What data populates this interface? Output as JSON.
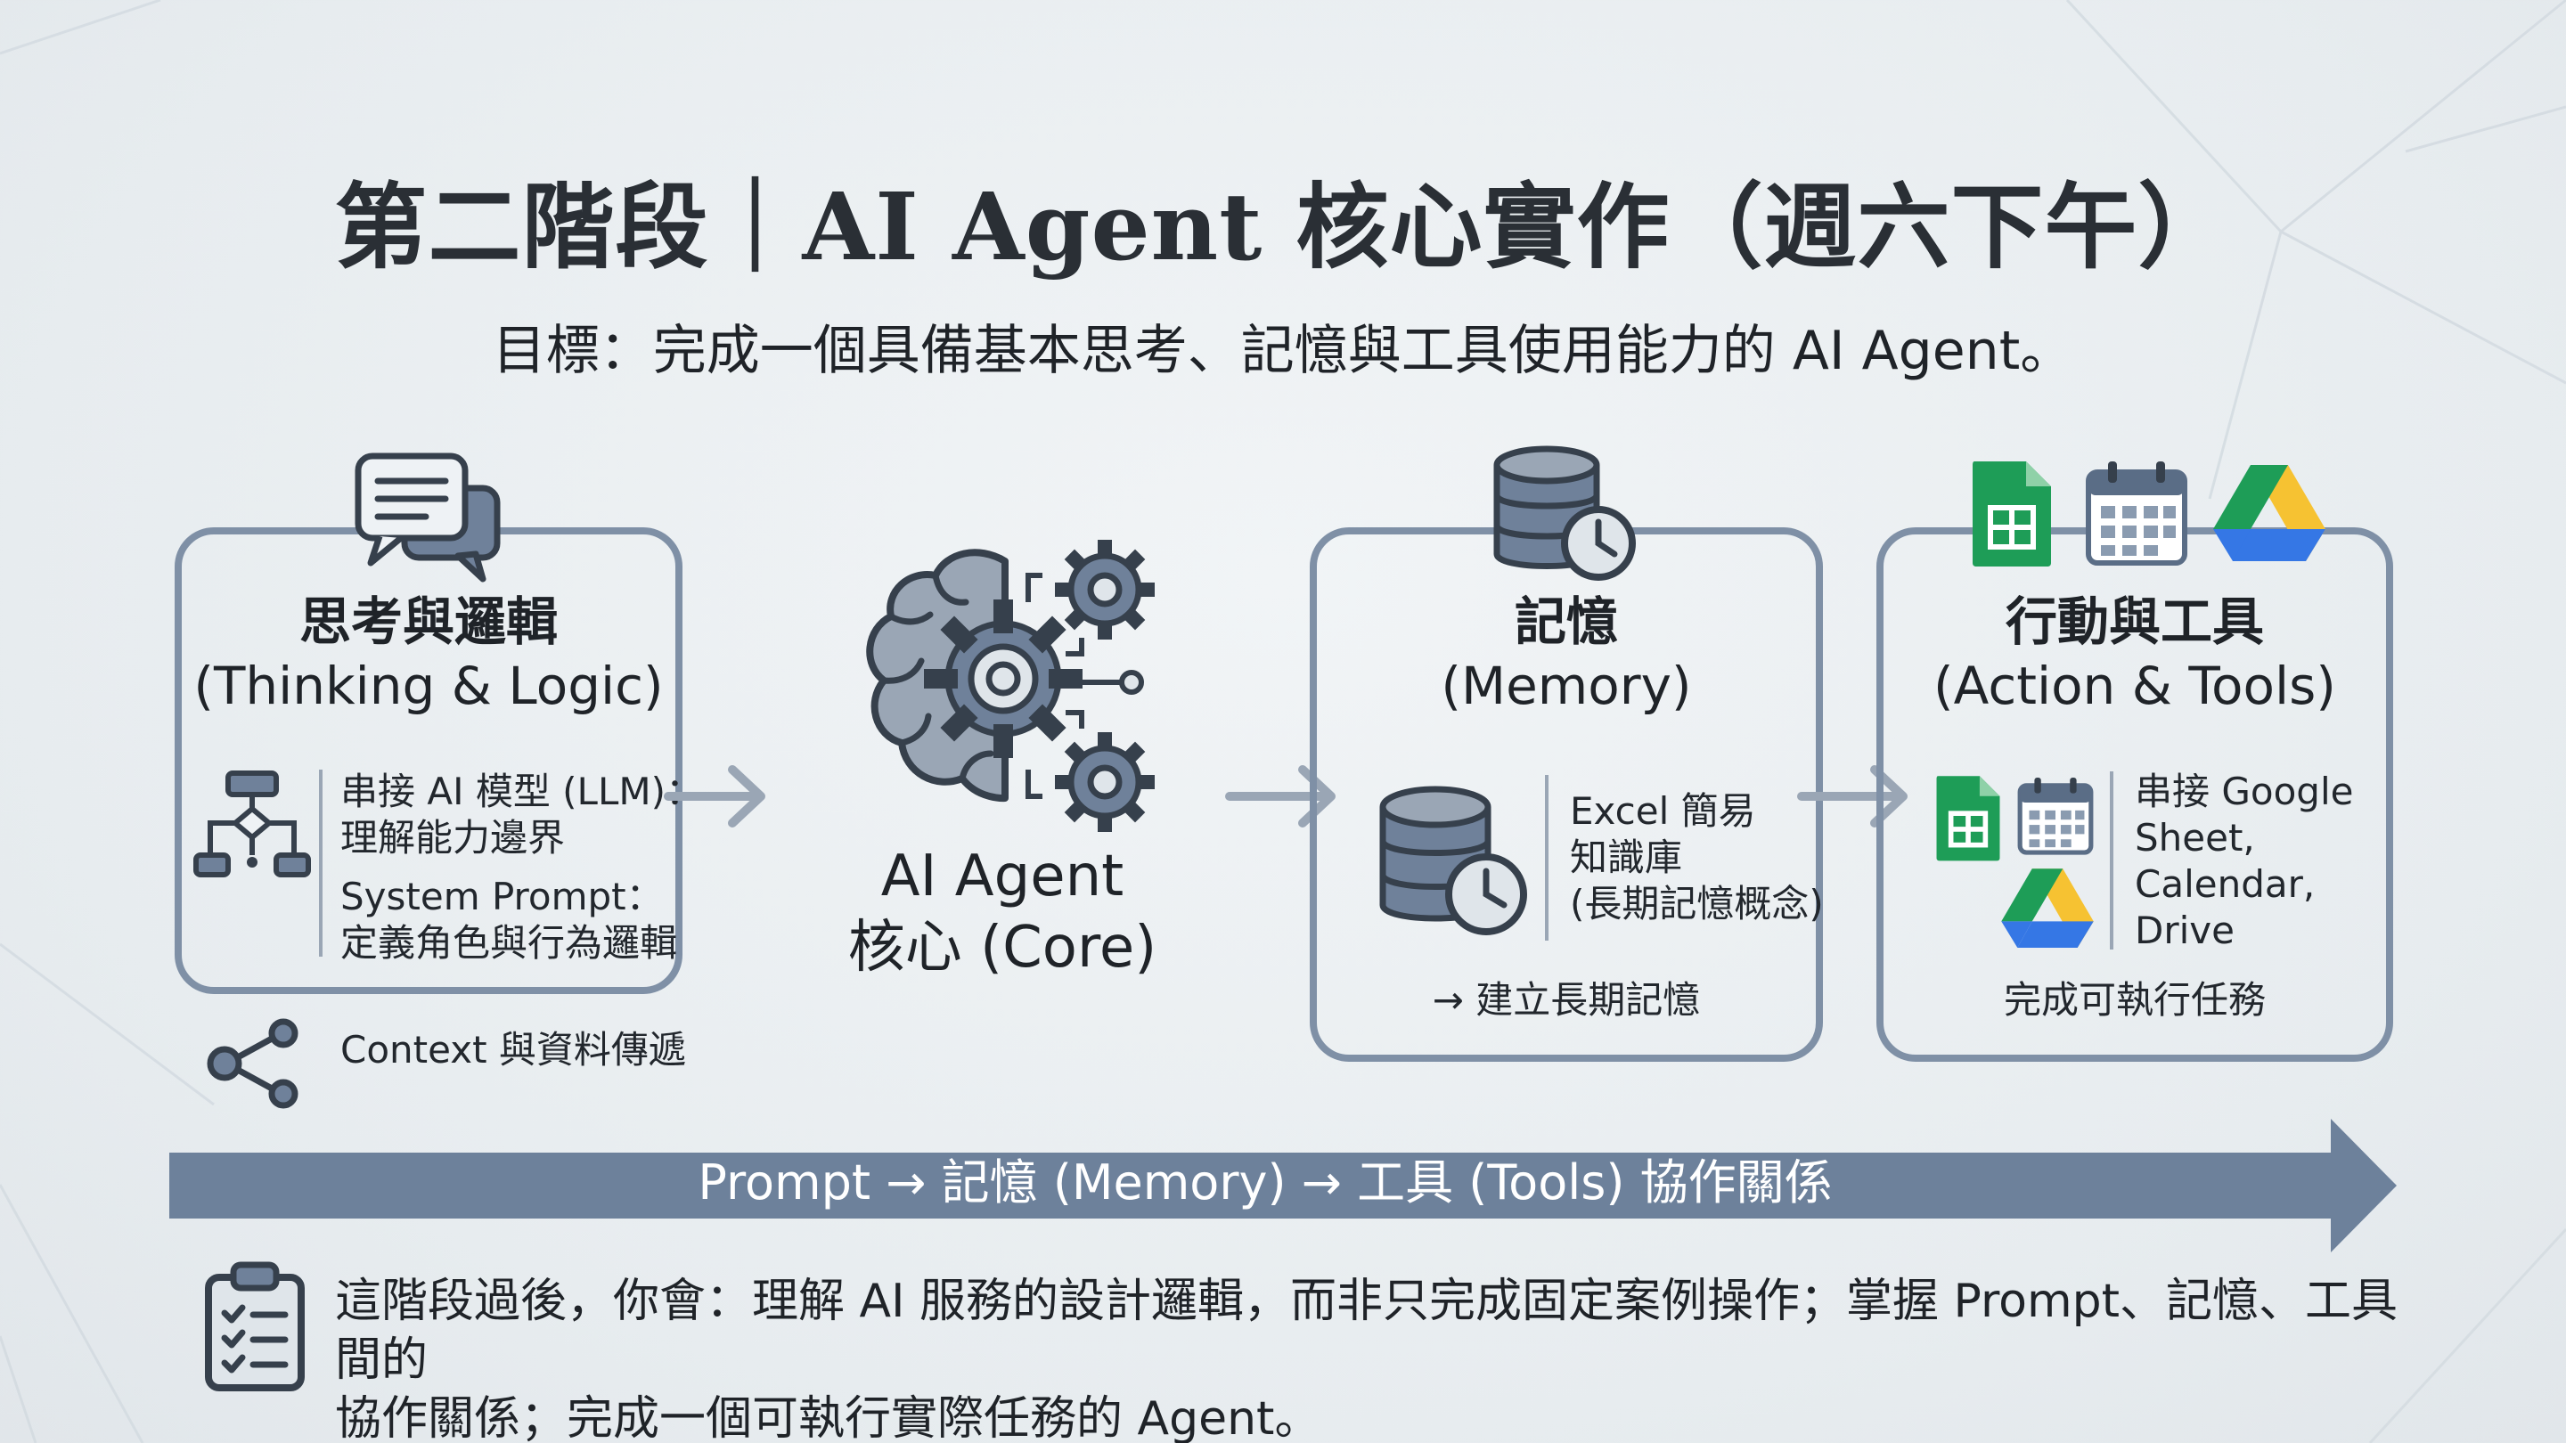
{
  "title": "第二階段｜AI Agent 核心實作（週六下午）",
  "subtitle": "目標：完成一個具備基本思考、記憶與工具使用能力的 AI Agent。",
  "thinking": {
    "title_zh": "思考與邏輯",
    "title_en": "(Thinking & Logic)",
    "item1_line1": "串接 AI 模型 (LLM)：",
    "item1_line2": "理解能力邊界",
    "item2_line1": "System Prompt：",
    "item2_line2": "定義角色與行為邏輯",
    "context": "Context 與資料傳遞"
  },
  "core": {
    "line1": "AI Agent",
    "line2": "核心 (Core)"
  },
  "memory": {
    "title_zh": "記憶",
    "title_en": "(Memory)",
    "desc_line1": "Excel 簡易",
    "desc_line2": "知識庫",
    "desc_line3": "(長期記憶概念)",
    "footer": "→ 建立長期記憶"
  },
  "tools": {
    "title_zh": "行動與工具",
    "title_en": "(Action & Tools)",
    "desc_line1": "串接 Google",
    "desc_line2": "Sheet,",
    "desc_line3": "Calendar,",
    "desc_line4": "Drive",
    "footer": "完成可執行任務"
  },
  "banner": "Prompt → 記憶 (Memory) → 工具 (Tools) 協作關係",
  "footer": {
    "line1": "這階段過後，你會：理解 AI 服務的設計邏輯，而非只完成固定案例操作；掌握 Prompt、記憶、工具間的",
    "line2": "協作關係；完成一個可執行實際任務的 Agent。"
  },
  "colors": {
    "panel_border": "#7f90a6",
    "banner": "#6d819b",
    "icon_dark": "#36404c",
    "icon_fill": "#6f819a",
    "sheets_green": "#1e9d57",
    "drive_yellow": "#f6c232",
    "drive_blue": "#3577e5"
  }
}
